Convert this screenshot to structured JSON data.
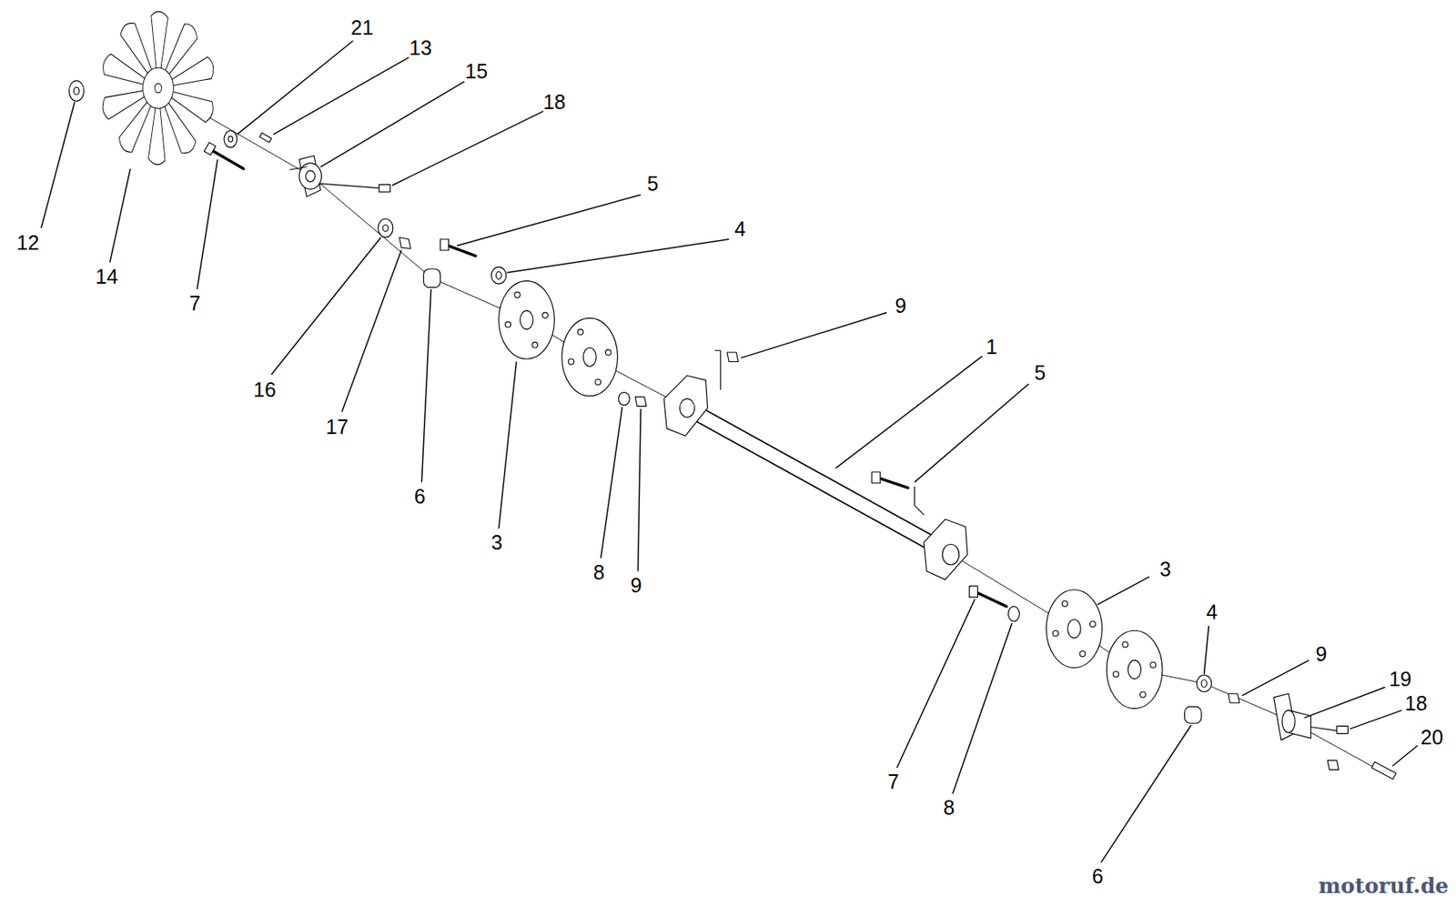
{
  "diagram": {
    "labels": [
      "21",
      "13",
      "15",
      "18",
      "5",
      "4",
      "12",
      "14",
      "7",
      "9",
      "1",
      "16",
      "5",
      "17",
      "6",
      "3",
      "3",
      "8",
      "9",
      "4",
      "9",
      "19",
      "18",
      "20",
      "7",
      "8",
      "6",
      "motoruf.de"
    ]
  }
}
